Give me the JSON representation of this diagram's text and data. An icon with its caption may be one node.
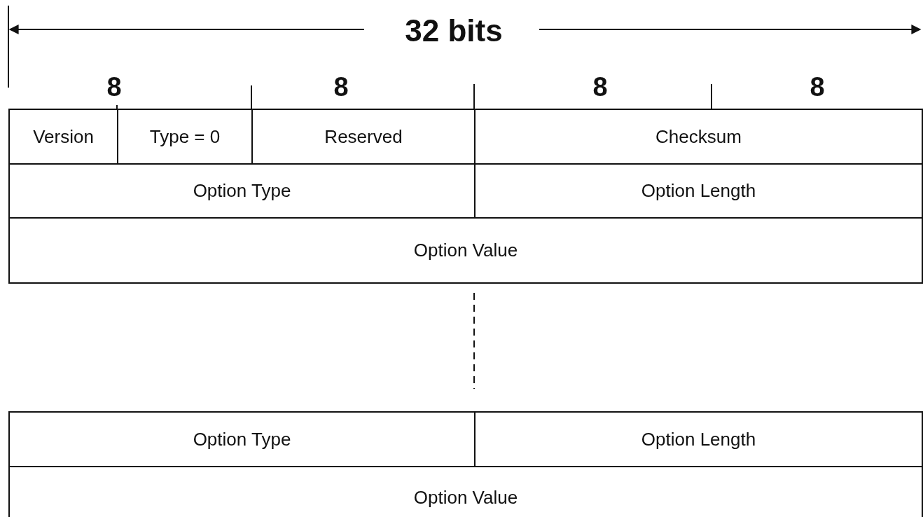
{
  "diagram": {
    "nodes": [
      {
        "text": [
          "Version"
        ]
      },
      {
        "text": [
          "Type = 0"
        ]
      },
      {
        "text": [
          "Reserved"
        ]
      },
      {
        "text": [
          "Checksum"
        ]
      },
      {
        "text": [
          "Option Type"
        ]
      },
      {
        "text": [
          "Option Length"
        ]
      },
      {
        "text": [
          "Option Value"
        ]
      },
      {
        "text": [
          "Option Type"
        ]
      },
      {
        "text": [
          "Option Length"
        ]
      },
      {
        "text": [
          "Option Value"
        ]
      }
    ],
    "labels": [
      "32 bits",
      "8",
      "8",
      "8",
      "8"
    ]
  }
}
